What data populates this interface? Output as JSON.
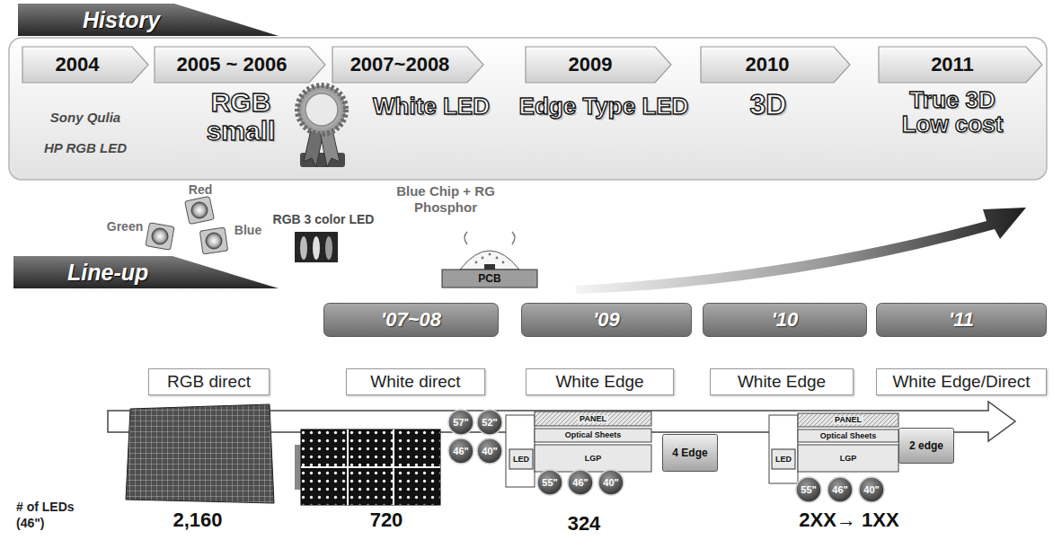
{
  "diagram": {
    "nodes": [
      {
        "text": [
          "History"
        ]
      },
      {
        "text": [
          "2004"
        ]
      },
      {
        "text": [
          "2005 ~ 2006"
        ]
      },
      {
        "text": [
          "2007~2008"
        ]
      },
      {
        "text": [
          "2009"
        ]
      },
      {
        "text": [
          "2010"
        ]
      },
      {
        "text": [
          "2011"
        ]
      },
      {
        "text": [
          "Line-up"
        ]
      },
      {
        "text": [
          "'07~08"
        ]
      },
      {
        "text": [
          "'09"
        ]
      },
      {
        "text": [
          "'10"
        ]
      },
      {
        "text": [
          "'11"
        ]
      },
      {
        "text": [
          "RGB direct"
        ]
      },
      {
        "text": [
          "White direct"
        ]
      },
      {
        "text": [
          "White Edge"
        ]
      },
      {
        "text": [
          "White Edge"
        ]
      },
      {
        "text": [
          "White Edge/Direct"
        ]
      },
      {
        "text": [
          "57\""
        ]
      },
      {
        "text": [
          "52\""
        ]
      },
      {
        "text": [
          "46\""
        ]
      },
      {
        "text": [
          "40\""
        ]
      },
      {
        "text": [
          "55\""
        ]
      },
      {
        "text": [
          "46\""
        ]
      },
      {
        "text": [
          "40\""
        ]
      },
      {
        "text": [
          "4 Edge"
        ]
      },
      {
        "text": [
          "55\""
        ]
      },
      {
        "text": [
          "46\""
        ]
      },
      {
        "text": [
          "40\""
        ]
      },
      {
        "text": [
          "2 edge"
        ]
      }
    ],
    "labels": [
      "Sony Qulia",
      "HP RGB LED",
      "RGB small",
      "White LED",
      "Edge Type LED",
      "3D",
      "True 3D Low cost",
      "Red",
      "Green",
      "Blue",
      "RGB 3 color LED",
      "Blue Chip + RG Phosphor",
      "PCB",
      "PANEL",
      "Optical Sheets",
      "LGP",
      "LED",
      "PANEL",
      "Optical Sheets",
      "LGP",
      "LED",
      "# of LEDs (46\")",
      "2,160",
      "720",
      "324",
      "2XX→ 1XX"
    ]
  }
}
